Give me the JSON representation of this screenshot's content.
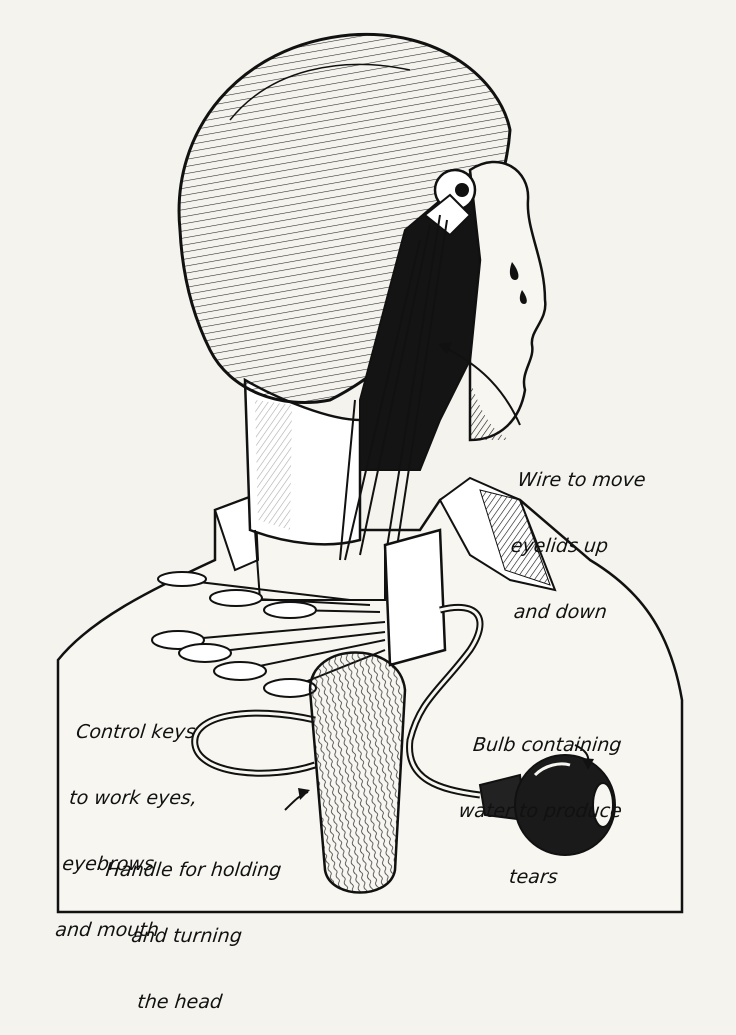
{
  "labels": {
    "wire": [
      "Wire to move",
      "eyelids up",
      "and down"
    ],
    "keys": [
      "Control keys",
      "to work eyes,",
      "eyebrows",
      "and mouth"
    ],
    "bulb": [
      "Bulb containing",
      "water to produce",
      "tears"
    ],
    "handle": [
      "Handle for holding",
      "and turning",
      "the head"
    ]
  },
  "colors": {
    "ink": "#111111",
    "paper": "#f4f3ee"
  }
}
